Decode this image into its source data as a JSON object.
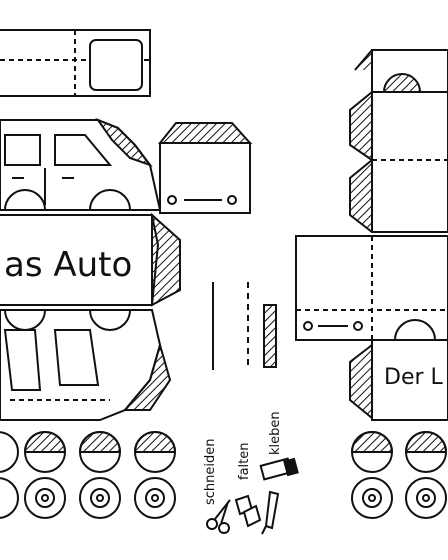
{
  "sheet": {
    "title_left": "as Auto",
    "title_right": "Der L",
    "legend": {
      "cut": "schneiden",
      "fold": "falten",
      "glue": "kleben"
    }
  },
  "icons": {
    "scissors": "scissors-icon",
    "glue_stick": "glue-stick-icon",
    "paper_scraps": "paper-scraps-icon",
    "brush": "brush-icon"
  }
}
